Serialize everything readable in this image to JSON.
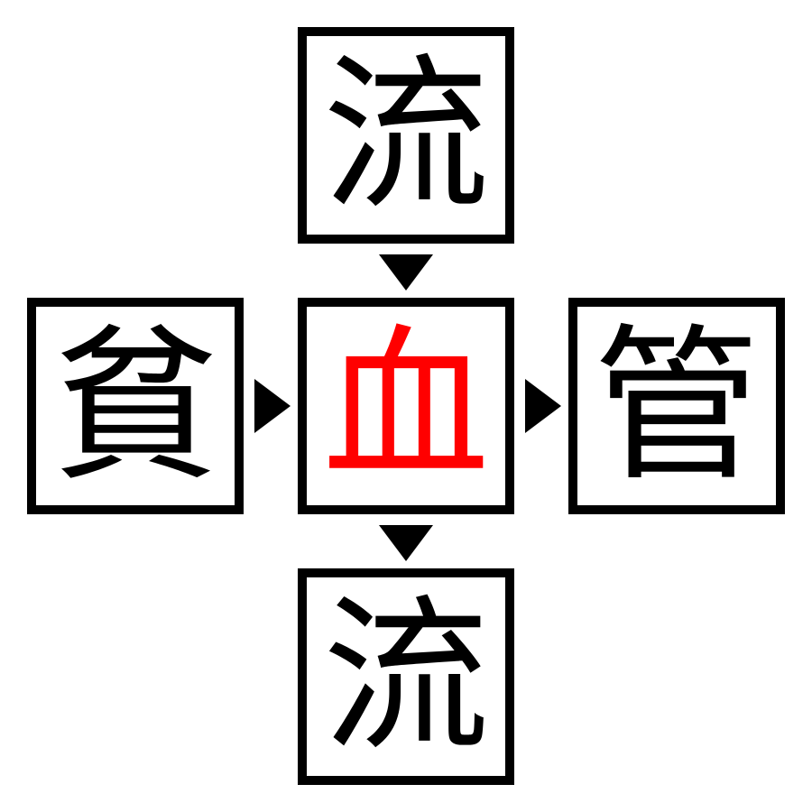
{
  "puzzle": {
    "top": "流",
    "left": "貧",
    "center": "血",
    "right": "管",
    "bottom": "流",
    "center_color": "#ff0000"
  }
}
